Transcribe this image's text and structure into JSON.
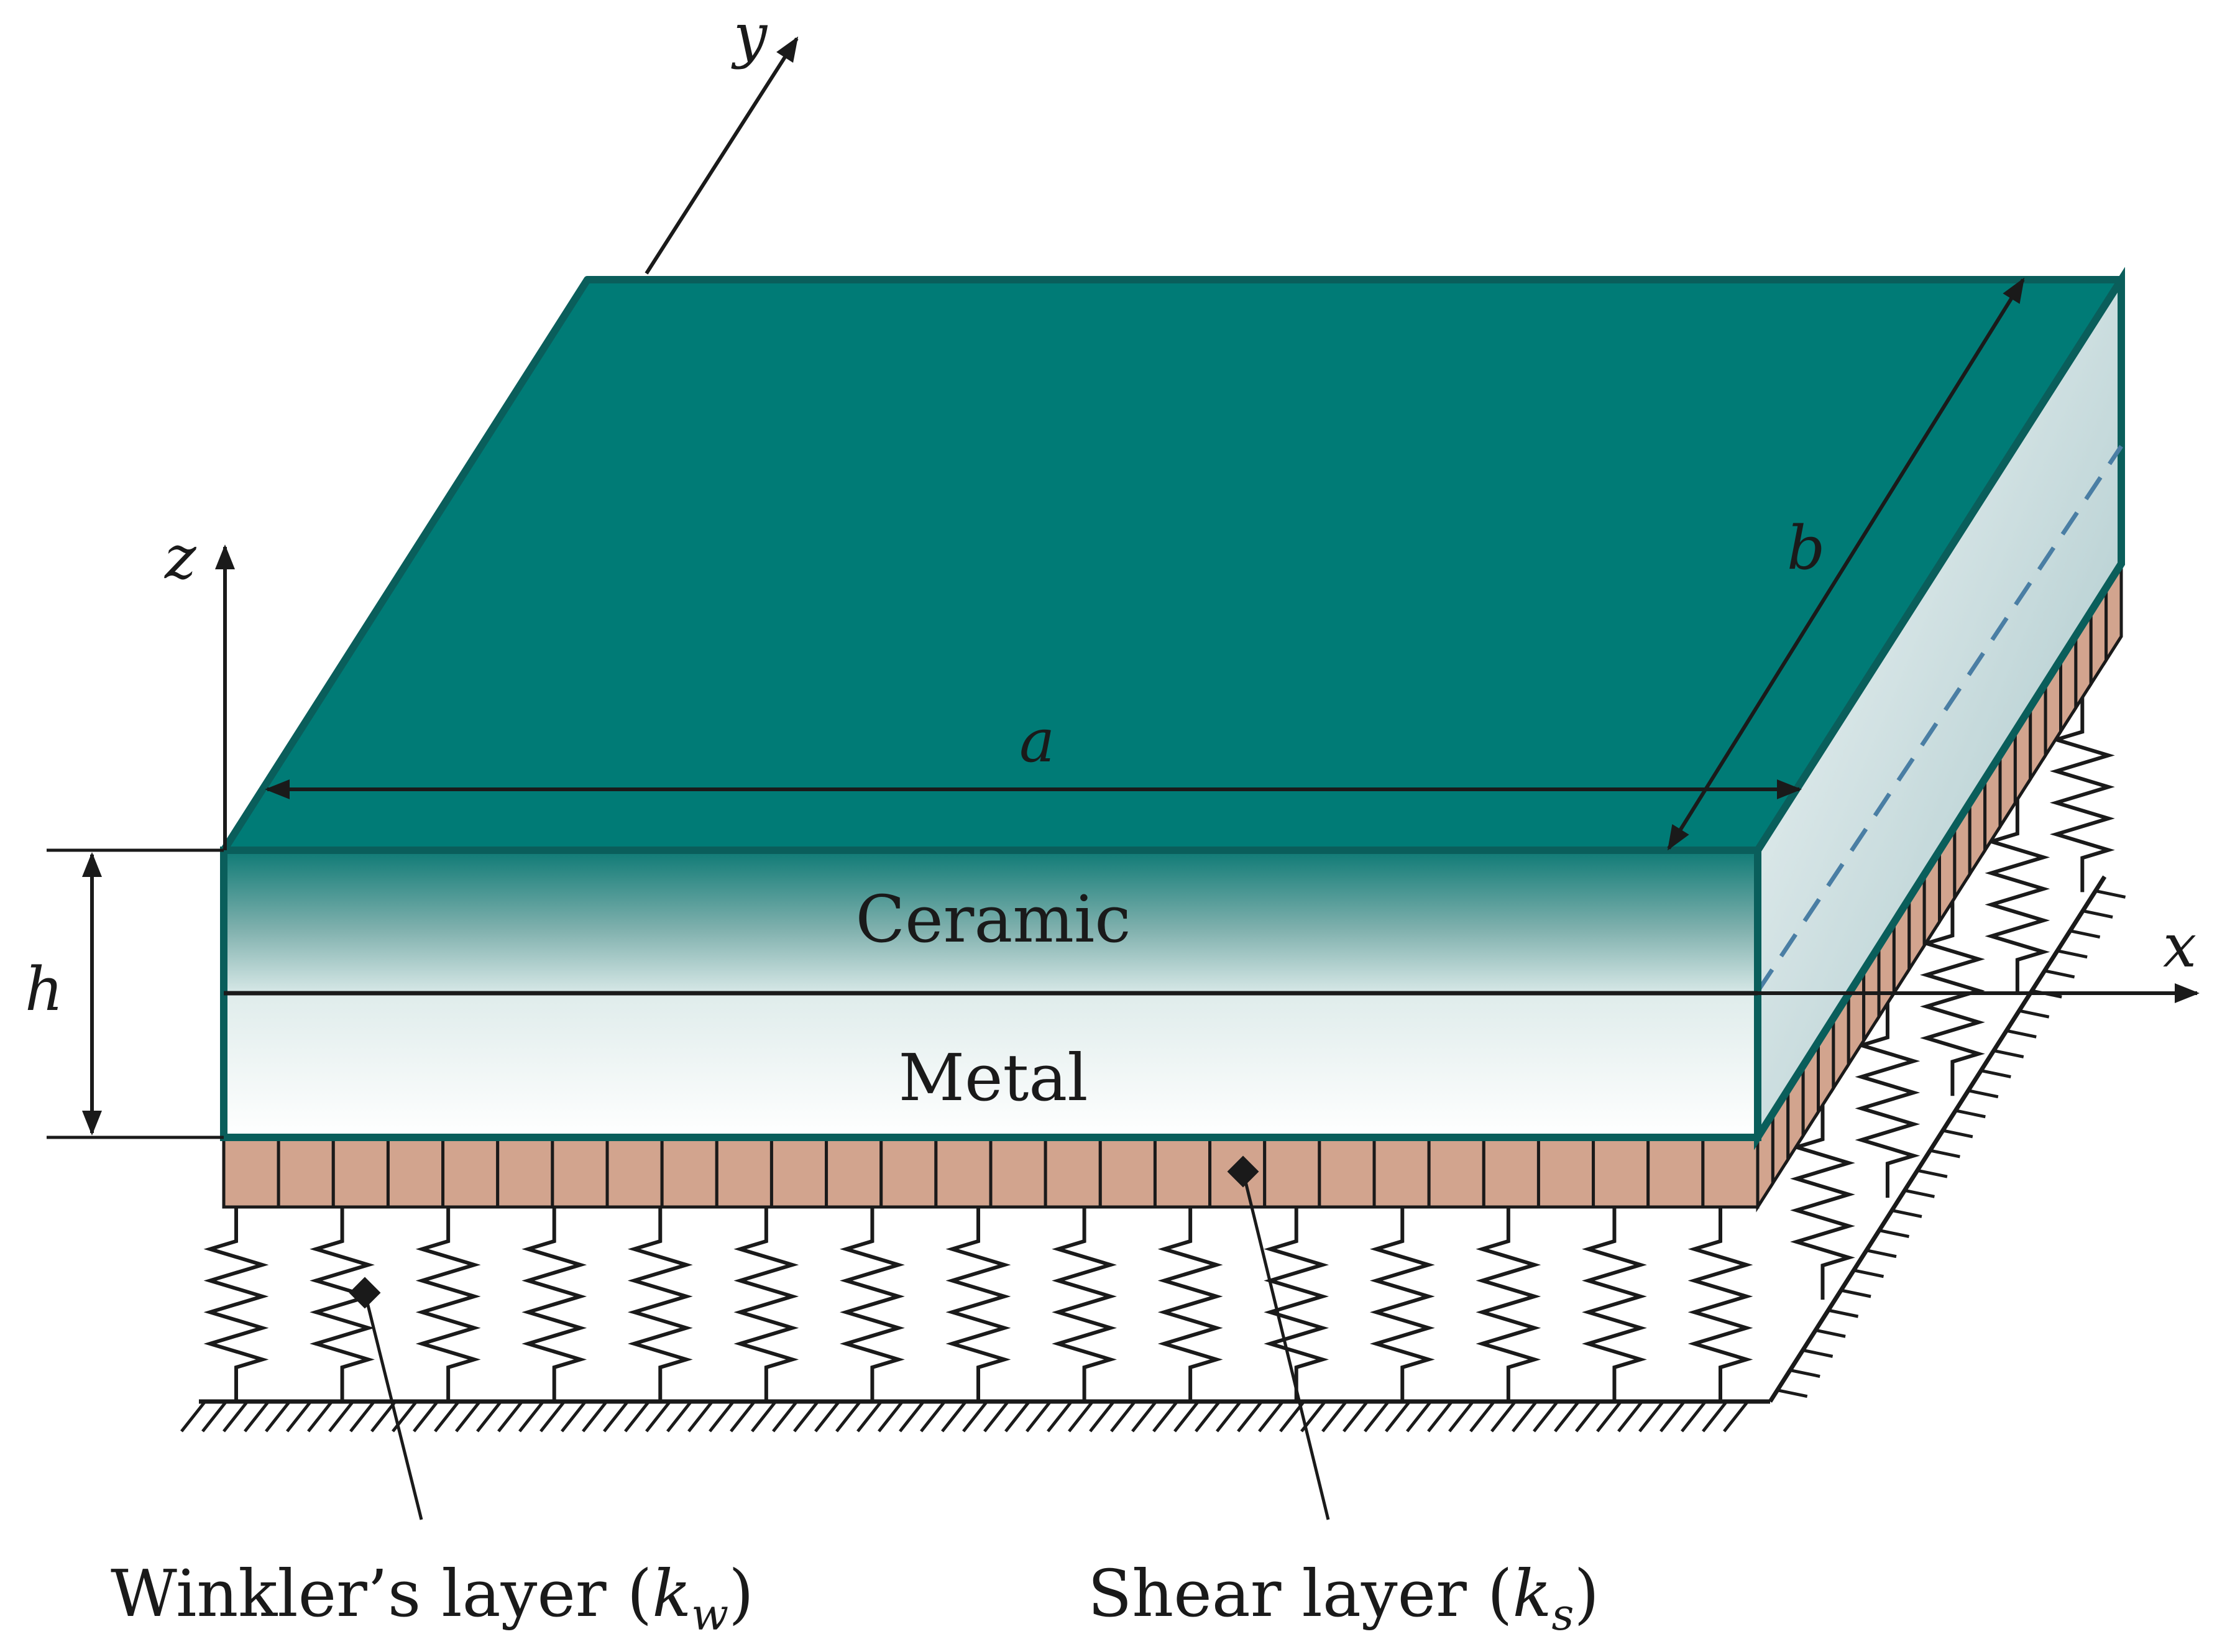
{
  "axes": {
    "x": "x",
    "y": "y",
    "z": "z"
  },
  "dimensions": {
    "length": "a",
    "width": "b",
    "thickness": "h"
  },
  "layers": {
    "top": "Ceramic",
    "bottom": "Metal"
  },
  "foundation": {
    "winkler": {
      "text": "Winkler’s layer (",
      "sym": "k",
      "sub": "w",
      "close": ")"
    },
    "shear": {
      "text": "Shear layer (",
      "sym": "k",
      "sub": "s",
      "close": ")"
    }
  },
  "colors": {
    "top_face": "#007b76",
    "edge": "#0a5e5b",
    "shear_block": "#d2a48e",
    "ink": "#1a1a1a"
  }
}
